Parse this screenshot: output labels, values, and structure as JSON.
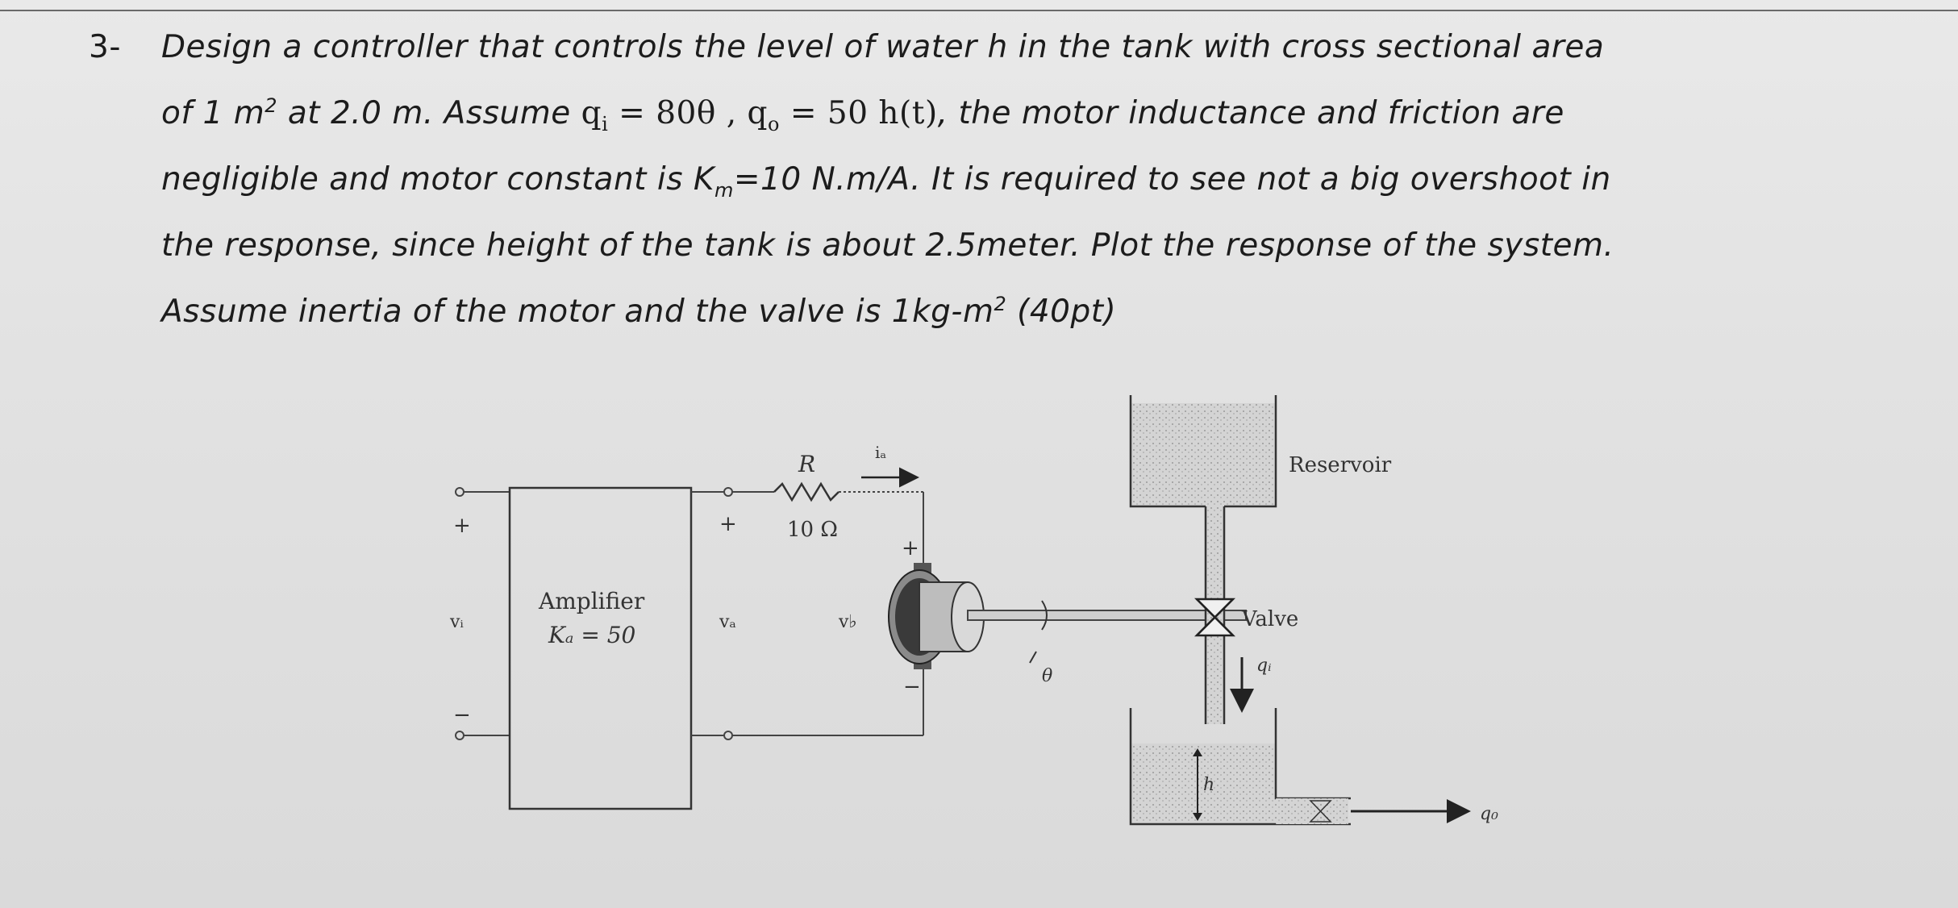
{
  "question": {
    "number": "3-",
    "line1": "Design a controller that controls the level of water h in the tank with cross sectional area",
    "line2_a": "of 1 m",
    "line2_sup": "2",
    "line2_b": " at 2.0 m. Assume ",
    "line2_eq": "q",
    "line2_eq_sub_i": "i",
    "line2_eq_b": " = 80θ , q",
    "line2_eq_sub_o": "o",
    "line2_eq_c": " = 50 h(t)",
    "line2_c": ", the motor inductance and friction are",
    "line3_a": "negligible and motor constant is K",
    "line3_sub": "m",
    "line3_b": "=10 N.m/A.  It is required to see not a big overshoot in",
    "line4": "the response, since height of the tank is about 2.5meter. Plot the response of the system.",
    "line5_a": "Assume inertia of the motor and the valve is 1kg-m",
    "line5_sup": "2",
    "line5_b": " (40pt)"
  },
  "diagram": {
    "plus_left": "+",
    "vi_label": "vᵢ",
    "minus_left": "−",
    "amplifier_label": "Amplifier",
    "amplifier_gain": "Kₐ = 50",
    "plus_mid": "+",
    "va_label": "vₐ",
    "resistor_label": "R",
    "resistor_value": "10 Ω",
    "current_label": "iₐ",
    "motor_plus": "+",
    "vb_label": "v♭",
    "motor_minus": "−",
    "theta_label": "θ",
    "reservoir_label": "Reservoir",
    "valve_label": "Valve",
    "qi_label": "qᵢ",
    "h_label": "h",
    "qo_label": "q₀"
  }
}
